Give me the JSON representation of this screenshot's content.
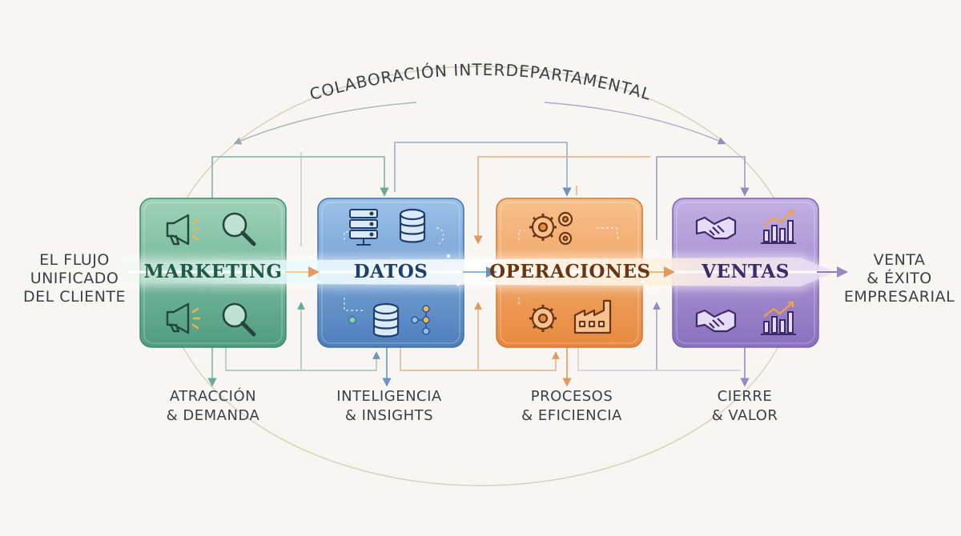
{
  "diagram": {
    "top_arc_label": "COLABORACIÓN INTERDEPARTAMENTAL",
    "input_label": [
      "EL FLUJO",
      "UNIFICADO",
      "DEL CLIENTE"
    ],
    "output_label": [
      "VENTA",
      "& ÉXITO",
      "EMPRESARIAL"
    ],
    "stages": [
      {
        "title": "MARKETING",
        "caption": [
          "ATRACCIÓN",
          "& DEMANDA"
        ],
        "color": "#5aa98c",
        "text_color": "#1f5a45",
        "icons_top": [
          "megaphone-icon",
          "magnifier-icon"
        ],
        "icons_bottom": [
          "megaphone-icon",
          "magnifier-icon"
        ]
      },
      {
        "title": "DATOS",
        "caption": [
          "INTELIGENCIA",
          "& INSIGHTS"
        ],
        "color": "#5b8fc9",
        "text_color": "#1f3f6b",
        "icons_top": [
          "server-icon",
          "database-icon"
        ],
        "icons_bottom": [
          "database-icon",
          "network-icon"
        ]
      },
      {
        "title": "OPERACIONES",
        "caption": [
          "PROCESOS",
          "& EFICIENCIA"
        ],
        "color": "#ef9a58",
        "text_color": "#6b3512",
        "icons_top": [
          "gears-icon"
        ],
        "icons_bottom": [
          "gear-icon",
          "factory-icon"
        ]
      },
      {
        "title": "VENTAS",
        "caption": [
          "CIERRE",
          "& VALOR"
        ],
        "color": "#9a82c9",
        "text_color": "#3d2a6b",
        "icons_top": [
          "handshake-icon",
          "growth-chart-icon"
        ],
        "icons_bottom": [
          "handshake-icon",
          "growth-chart-icon"
        ]
      }
    ]
  }
}
